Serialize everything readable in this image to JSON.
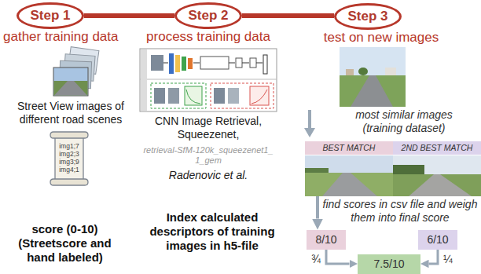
{
  "diagram": {
    "nodes": [
      {
        "text": [
          "Step 1"
        ]
      },
      {
        "text": [
          "Step 2"
        ]
      },
      {
        "text": [
          "Step 3"
        ]
      },
      {
        "text": [
          "img1;7 img2;3 img3;9 img4;1"
        ]
      },
      {
        "text": [
          "BEST MATCH"
        ]
      },
      {
        "text": [
          "2ND BEST MATCH"
        ]
      },
      {
        "text": [
          "8/10"
        ]
      },
      {
        "text": [
          "6/10"
        ]
      },
      {
        "text": [
          "7.5/10"
        ]
      }
    ],
    "edges": [
      {
        "from": 0,
        "to": 1,
        "arrow": "none"
      },
      {
        "from": 1,
        "to": 2,
        "arrow": "none"
      },
      {
        "from": 4,
        "to": 6,
        "arrow": "to"
      },
      {
        "from": 6,
        "to": 8,
        "label": "¾",
        "arrow": "to"
      },
      {
        "from": 7,
        "to": 8,
        "label": "¼",
        "arrow": "to"
      }
    ],
    "labels": [
      "gather training data",
      "process training data",
      "test on new images",
      "Street View images of different road scenes",
      "score (0-10) (Streetscore and hand labeled)",
      "CNN Image Retrieval, Squeezenet,",
      "retrieval-SfM-120k_squeezenet1_1_gem",
      "Radenovic et al.",
      "Index calculated descriptors of training images in h5-file",
      "most similar images (training dataset)",
      "find scores in csv file and weigh them into final score"
    ]
  }
}
